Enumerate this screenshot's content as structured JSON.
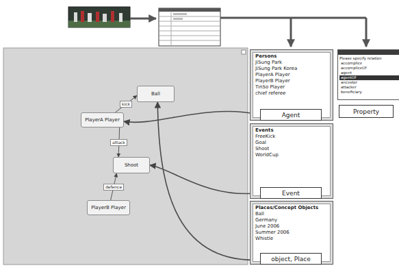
{
  "diagram": {
    "nodes": [
      {
        "text": [
          "Ball"
        ]
      },
      {
        "text": [
          "PlayerA Player"
        ]
      },
      {
        "text": [
          "Shoot"
        ]
      },
      {
        "text": [
          "PlayerB Player"
        ]
      },
      {
        "text": [
          "Persons",
          "JiSung Park",
          "JiSung Park Korea",
          "PlayerA Player",
          "PlayerB Player",
          "TinSo Player",
          "chief referee"
        ]
      },
      {
        "text": [
          "Agent"
        ],
        "in": 4
      },
      {
        "text": [
          "Events",
          "FreeKick",
          "Goal",
          "Shoot",
          "WorldCup"
        ]
      },
      {
        "text": [
          "Event"
        ],
        "in": 6
      },
      {
        "text": [
          "Places/Concept Objects",
          "Ball",
          "Germany",
          "June 2006",
          "Summer 2006",
          "Whistle"
        ]
      },
      {
        "text": [
          "object, Place"
        ],
        "in": 8
      },
      {
        "text": [
          "Please specify relation",
          "accomplice",
          "accompliceOf",
          "agent",
          "agentOf",
          "ancestor",
          "attacker",
          "beneficiary"
        ]
      },
      {
        "text": [
          "Property"
        ]
      }
    ],
    "edges": [
      {
        "from": 1,
        "to": 0,
        "label": "kick",
        "arrow": "to"
      },
      {
        "from": 1,
        "to": 2,
        "label": "attack",
        "arrow": "to"
      },
      {
        "from": 3,
        "to": 2,
        "label": "defence",
        "arrow": "to"
      },
      {
        "from": 5,
        "to": 1,
        "arrow": "to"
      },
      {
        "from": 7,
        "to": 2,
        "arrow": "to"
      },
      {
        "from": 9,
        "to": 0,
        "arrow": "to"
      }
    ]
  }
}
